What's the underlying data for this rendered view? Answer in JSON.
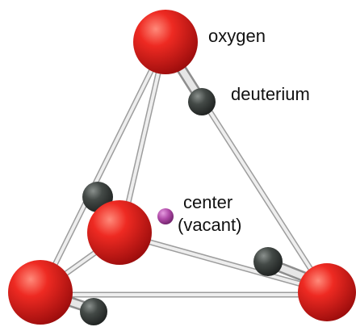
{
  "labels": {
    "oxygen": "oxygen",
    "deuterium": "deuterium",
    "center": "center",
    "vacant": "(vacant)"
  },
  "colors": {
    "oxygen": "#e01e1e",
    "deuterium": "#3a3f3d",
    "center": "#b04aa8",
    "bond": "#d9d9d9"
  }
}
